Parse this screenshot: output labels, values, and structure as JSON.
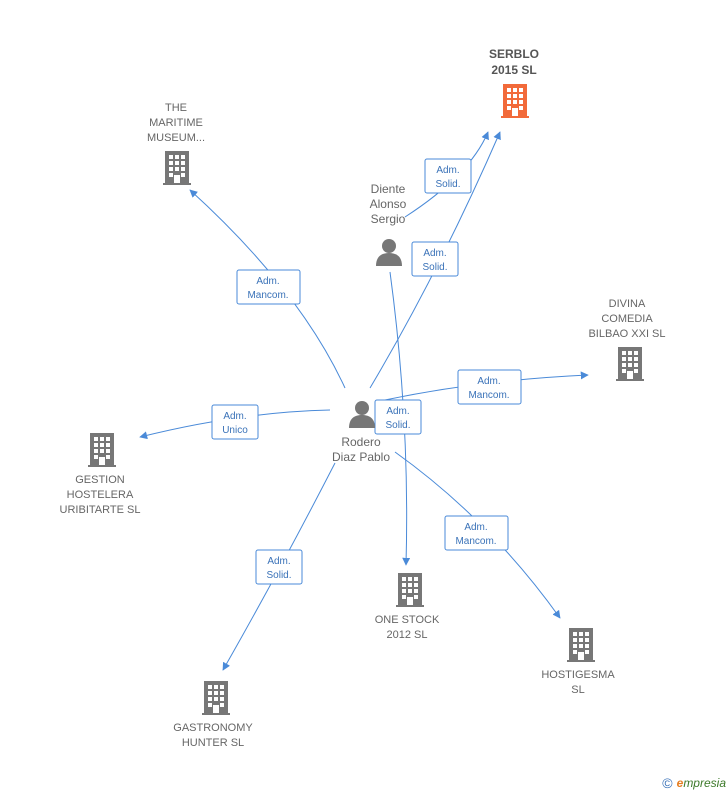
{
  "colors": {
    "edge": "#4a8ad8",
    "company": "#777777",
    "highlight_company": "#f26a3a",
    "person": "#777777",
    "role_text": "#3a72b8"
  },
  "nodes": {
    "serblo": {
      "lines": [
        "SERBLO",
        "2015  SL"
      ],
      "type": "company",
      "highlight": true
    },
    "maritime": {
      "lines": [
        "THE",
        "MARITIME",
        "MUSEUM..."
      ],
      "type": "company"
    },
    "divina": {
      "lines": [
        "DIVINA",
        "COMEDIA",
        "BILBAO XXI  SL"
      ],
      "type": "company"
    },
    "gestion": {
      "lines": [
        "GESTION",
        "HOSTELERA",
        "URIBITARTE SL"
      ],
      "type": "company"
    },
    "onestock": {
      "lines": [
        "ONE STOCK",
        "2012 SL"
      ],
      "type": "company"
    },
    "hostigesma": {
      "lines": [
        "HOSTIGESMA",
        "SL"
      ],
      "type": "company"
    },
    "gastronomy": {
      "lines": [
        "GASTRONOMY",
        "HUNTER  SL"
      ],
      "type": "company"
    },
    "diente": {
      "lines": [
        "Diente",
        "Alonso",
        "Sergio"
      ],
      "type": "person"
    },
    "rodero": {
      "lines": [
        "Rodero",
        "Diaz Pablo"
      ],
      "type": "person"
    }
  },
  "roles": {
    "diente_serblo": [
      "Adm.",
      "Solid."
    ],
    "rodero_serblo": [
      "Adm.",
      "Solid."
    ],
    "rodero_maritime": [
      "Adm.",
      "Mancom."
    ],
    "rodero_divina": [
      "Adm.",
      "Mancom."
    ],
    "rodero_gestion": [
      "Adm.",
      "Unico"
    ],
    "diente_onestock": [
      "Adm.",
      "Solid."
    ],
    "rodero_hostigesma": [
      "Adm.",
      "Mancom."
    ],
    "rodero_gastronomy": [
      "Adm.",
      "Solid."
    ]
  },
  "footer": {
    "copyright": "©",
    "brand_first": "e",
    "brand_rest": "mpresia"
  }
}
